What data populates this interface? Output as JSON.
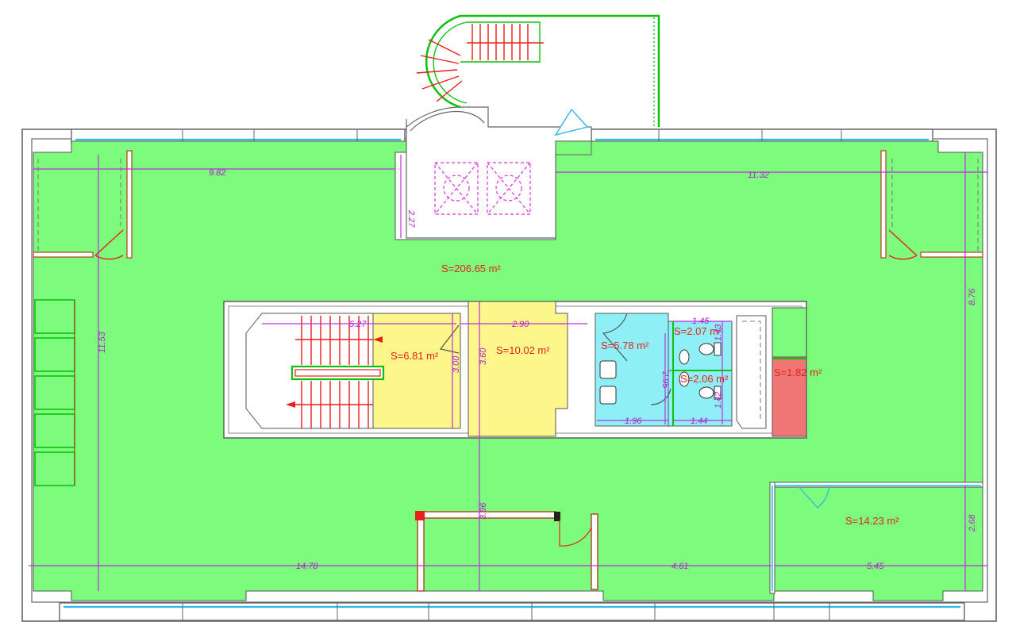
{
  "colors": {
    "main_floor": "#7dfb7d",
    "staircase_lobby": "#fdf68a",
    "restroom": "#8ef0f6",
    "utility": "#f07575",
    "area_text": "#e8201c",
    "dimension": "#c02ee0",
    "window": "#2fb8e8"
  },
  "areas": {
    "main": "S=206.65 m²",
    "stair_landing": "S=6.81 m²",
    "lobby": "S=10.02 m²",
    "restroom_a": "S=5.78 m²",
    "restroom_b": "S=2.07 m²",
    "restroom_c": "S=2.06 m²",
    "utility": "S=1.82 m²",
    "office": "S=14.23 m²"
  },
  "dimensions": {
    "d_9_82": "9.82",
    "d_11_32": "11.32",
    "d_2_27": "2.27",
    "d_11_53": "11.53",
    "d_8_76": "8.76",
    "d_5_27": "5.27",
    "d_2_90": "2.90",
    "d_3_00": "3.00",
    "d_3_60": "3.60",
    "d_1_45": "1.45",
    "d_1_43": "1.43",
    "d_2_95": "2.95",
    "d_1_42": "1.42",
    "d_1_96": "1.96",
    "d_1_44": "1.44",
    "d_3_96": "3.96",
    "d_2_68": "2.68",
    "d_14_78": "14.78",
    "d_4_61": "4.61",
    "d_5_45": "5.45"
  }
}
